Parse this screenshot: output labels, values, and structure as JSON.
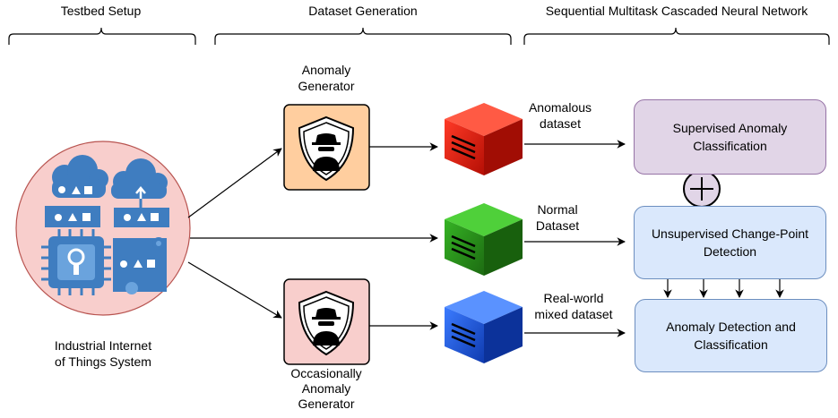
{
  "sections": {
    "testbed": "Testbed Setup",
    "dataset": "Dataset Generation",
    "network": "Sequential Multitask Cascaded Neural Network"
  },
  "iiot": {
    "line1": "Industrial Internet",
    "line2": "of Things System"
  },
  "generators": {
    "anomaly": {
      "line1": "Anomaly",
      "line2": "Generator"
    },
    "occasional": {
      "line1": "Occasionally",
      "line2": "Anomaly",
      "line3": "Generator"
    }
  },
  "datasets": {
    "anomalous": {
      "line1": "Anomalous",
      "line2": "dataset",
      "color": "#d21a0e"
    },
    "normal": {
      "line1": "Normal",
      "line2": "Dataset",
      "color": "#2b8a1c"
    },
    "mixed": {
      "line1": "Real-world",
      "line2": "mixed dataset",
      "color": "#1a53d6"
    }
  },
  "tasks": {
    "supervised": {
      "line1": "Supervised Anomaly",
      "line2": "Classification",
      "fill": "#e1d5e7",
      "stroke": "#9673a6"
    },
    "unsupervised": {
      "line1": "Unsupervised Change-Point",
      "line2": "Detection",
      "fill": "#dae8fc",
      "stroke": "#6c8ebf"
    },
    "detection": {
      "line1": "Anomaly Detection and",
      "line2": "Classification",
      "fill": "#dae8fc",
      "stroke": "#6c8ebf"
    }
  },
  "icons": [
    "cloud-icon",
    "cpu-chip-icon",
    "hacker-shield-icon",
    "server-cube-icon",
    "plus-circle-icon"
  ]
}
